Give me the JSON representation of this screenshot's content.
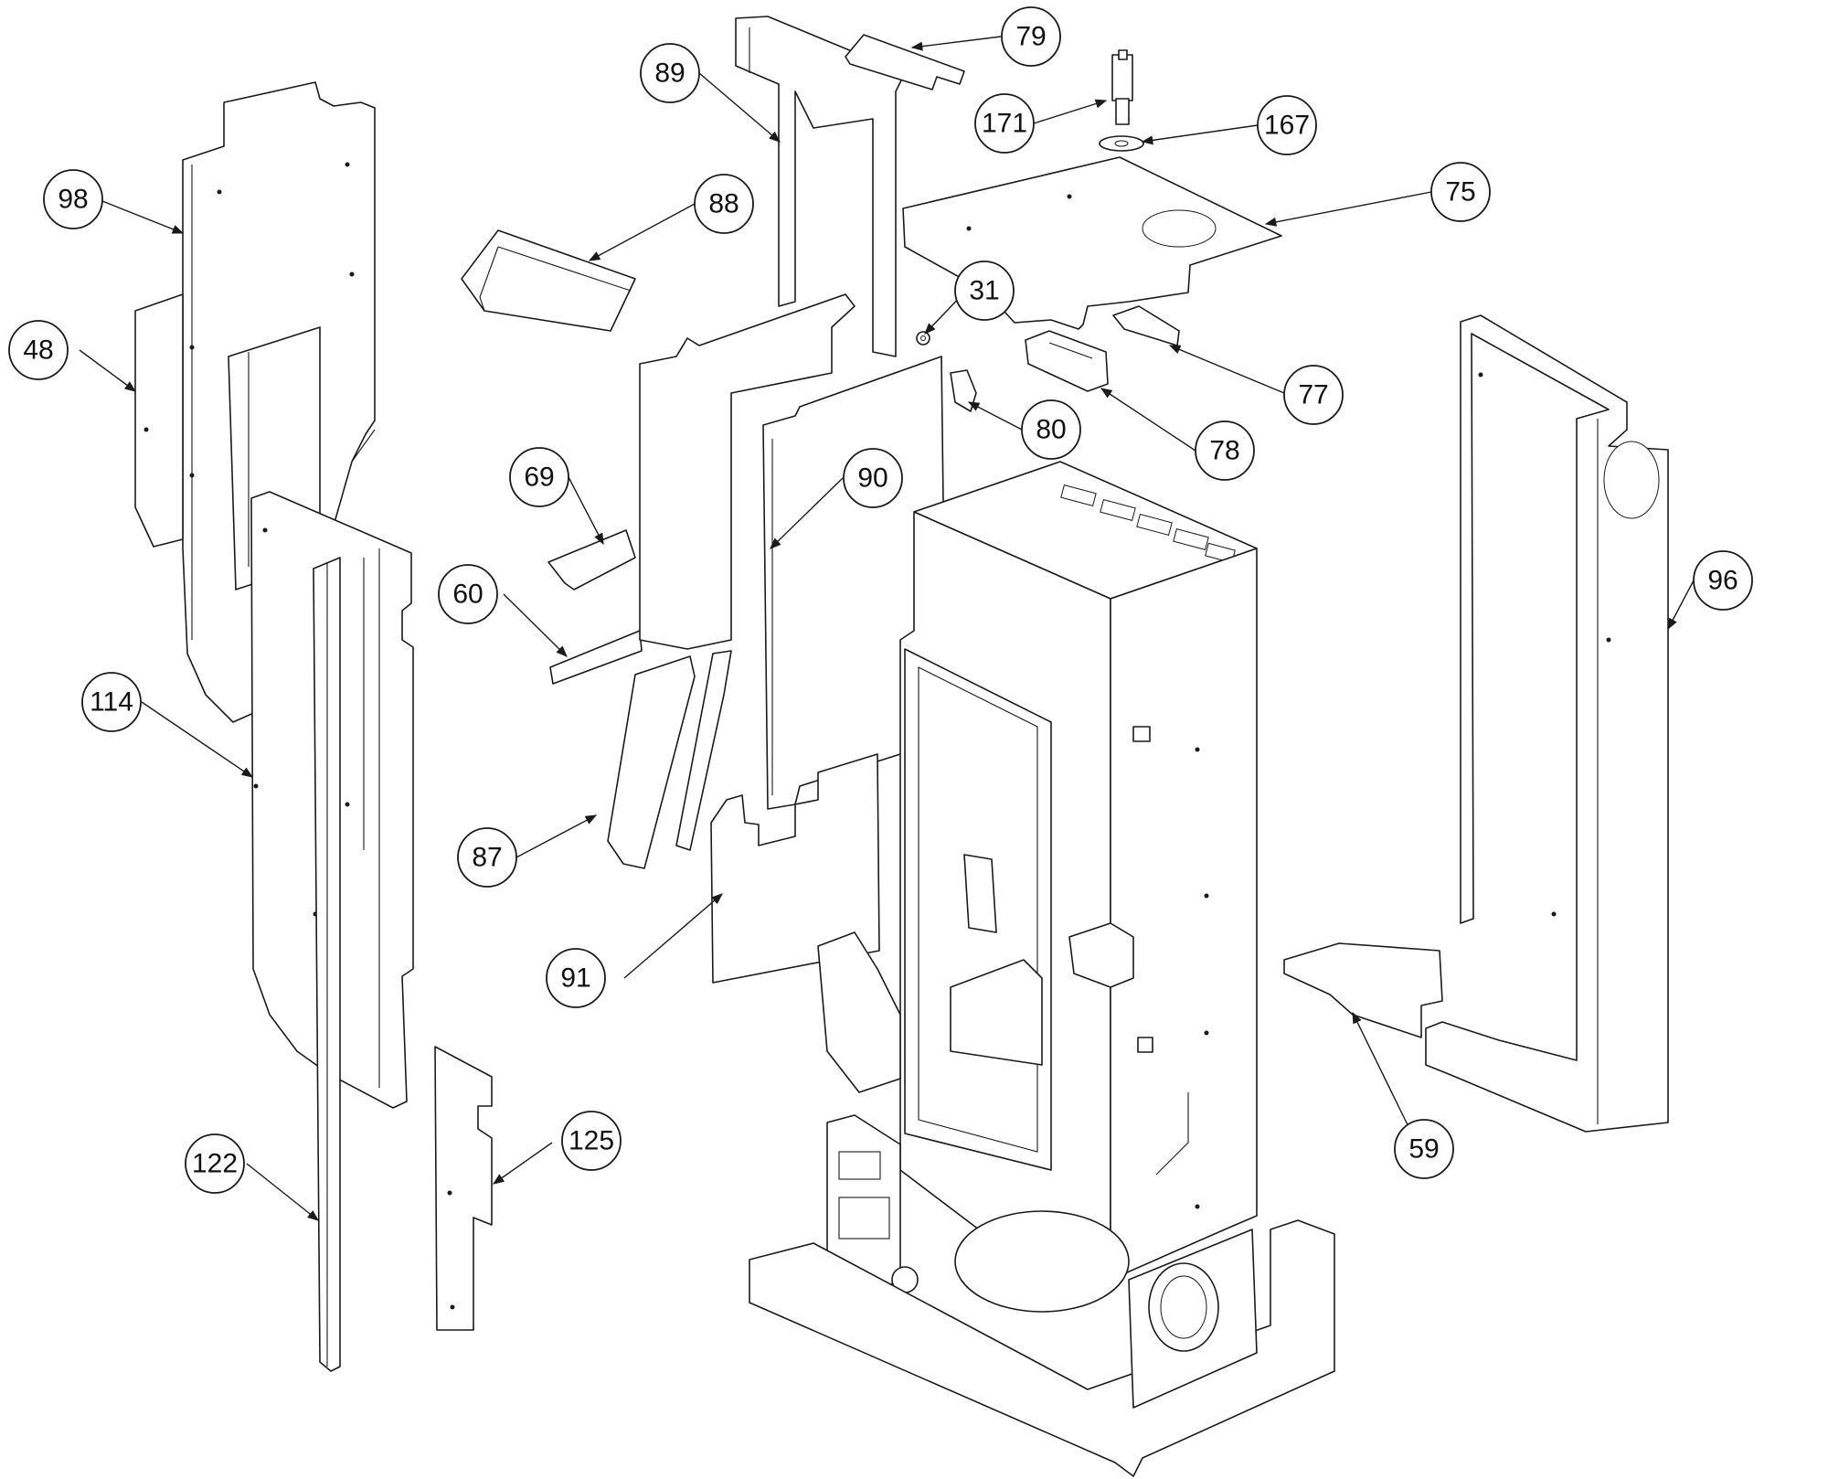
{
  "callouts": [
    {
      "id": "79",
      "label": "79"
    },
    {
      "id": "89",
      "label": "89"
    },
    {
      "id": "171",
      "label": "171"
    },
    {
      "id": "167",
      "label": "167"
    },
    {
      "id": "98",
      "label": "98"
    },
    {
      "id": "88",
      "label": "88"
    },
    {
      "id": "75",
      "label": "75"
    },
    {
      "id": "31",
      "label": "31"
    },
    {
      "id": "48",
      "label": "48"
    },
    {
      "id": "77",
      "label": "77"
    },
    {
      "id": "80",
      "label": "80"
    },
    {
      "id": "78",
      "label": "78"
    },
    {
      "id": "69",
      "label": "69"
    },
    {
      "id": "90",
      "label": "90"
    },
    {
      "id": "96",
      "label": "96"
    },
    {
      "id": "60",
      "label": "60"
    },
    {
      "id": "114",
      "label": "114"
    },
    {
      "id": "87",
      "label": "87"
    },
    {
      "id": "91",
      "label": "91"
    },
    {
      "id": "59",
      "label": "59"
    },
    {
      "id": "125",
      "label": "125"
    },
    {
      "id": "122",
      "label": "122"
    }
  ]
}
